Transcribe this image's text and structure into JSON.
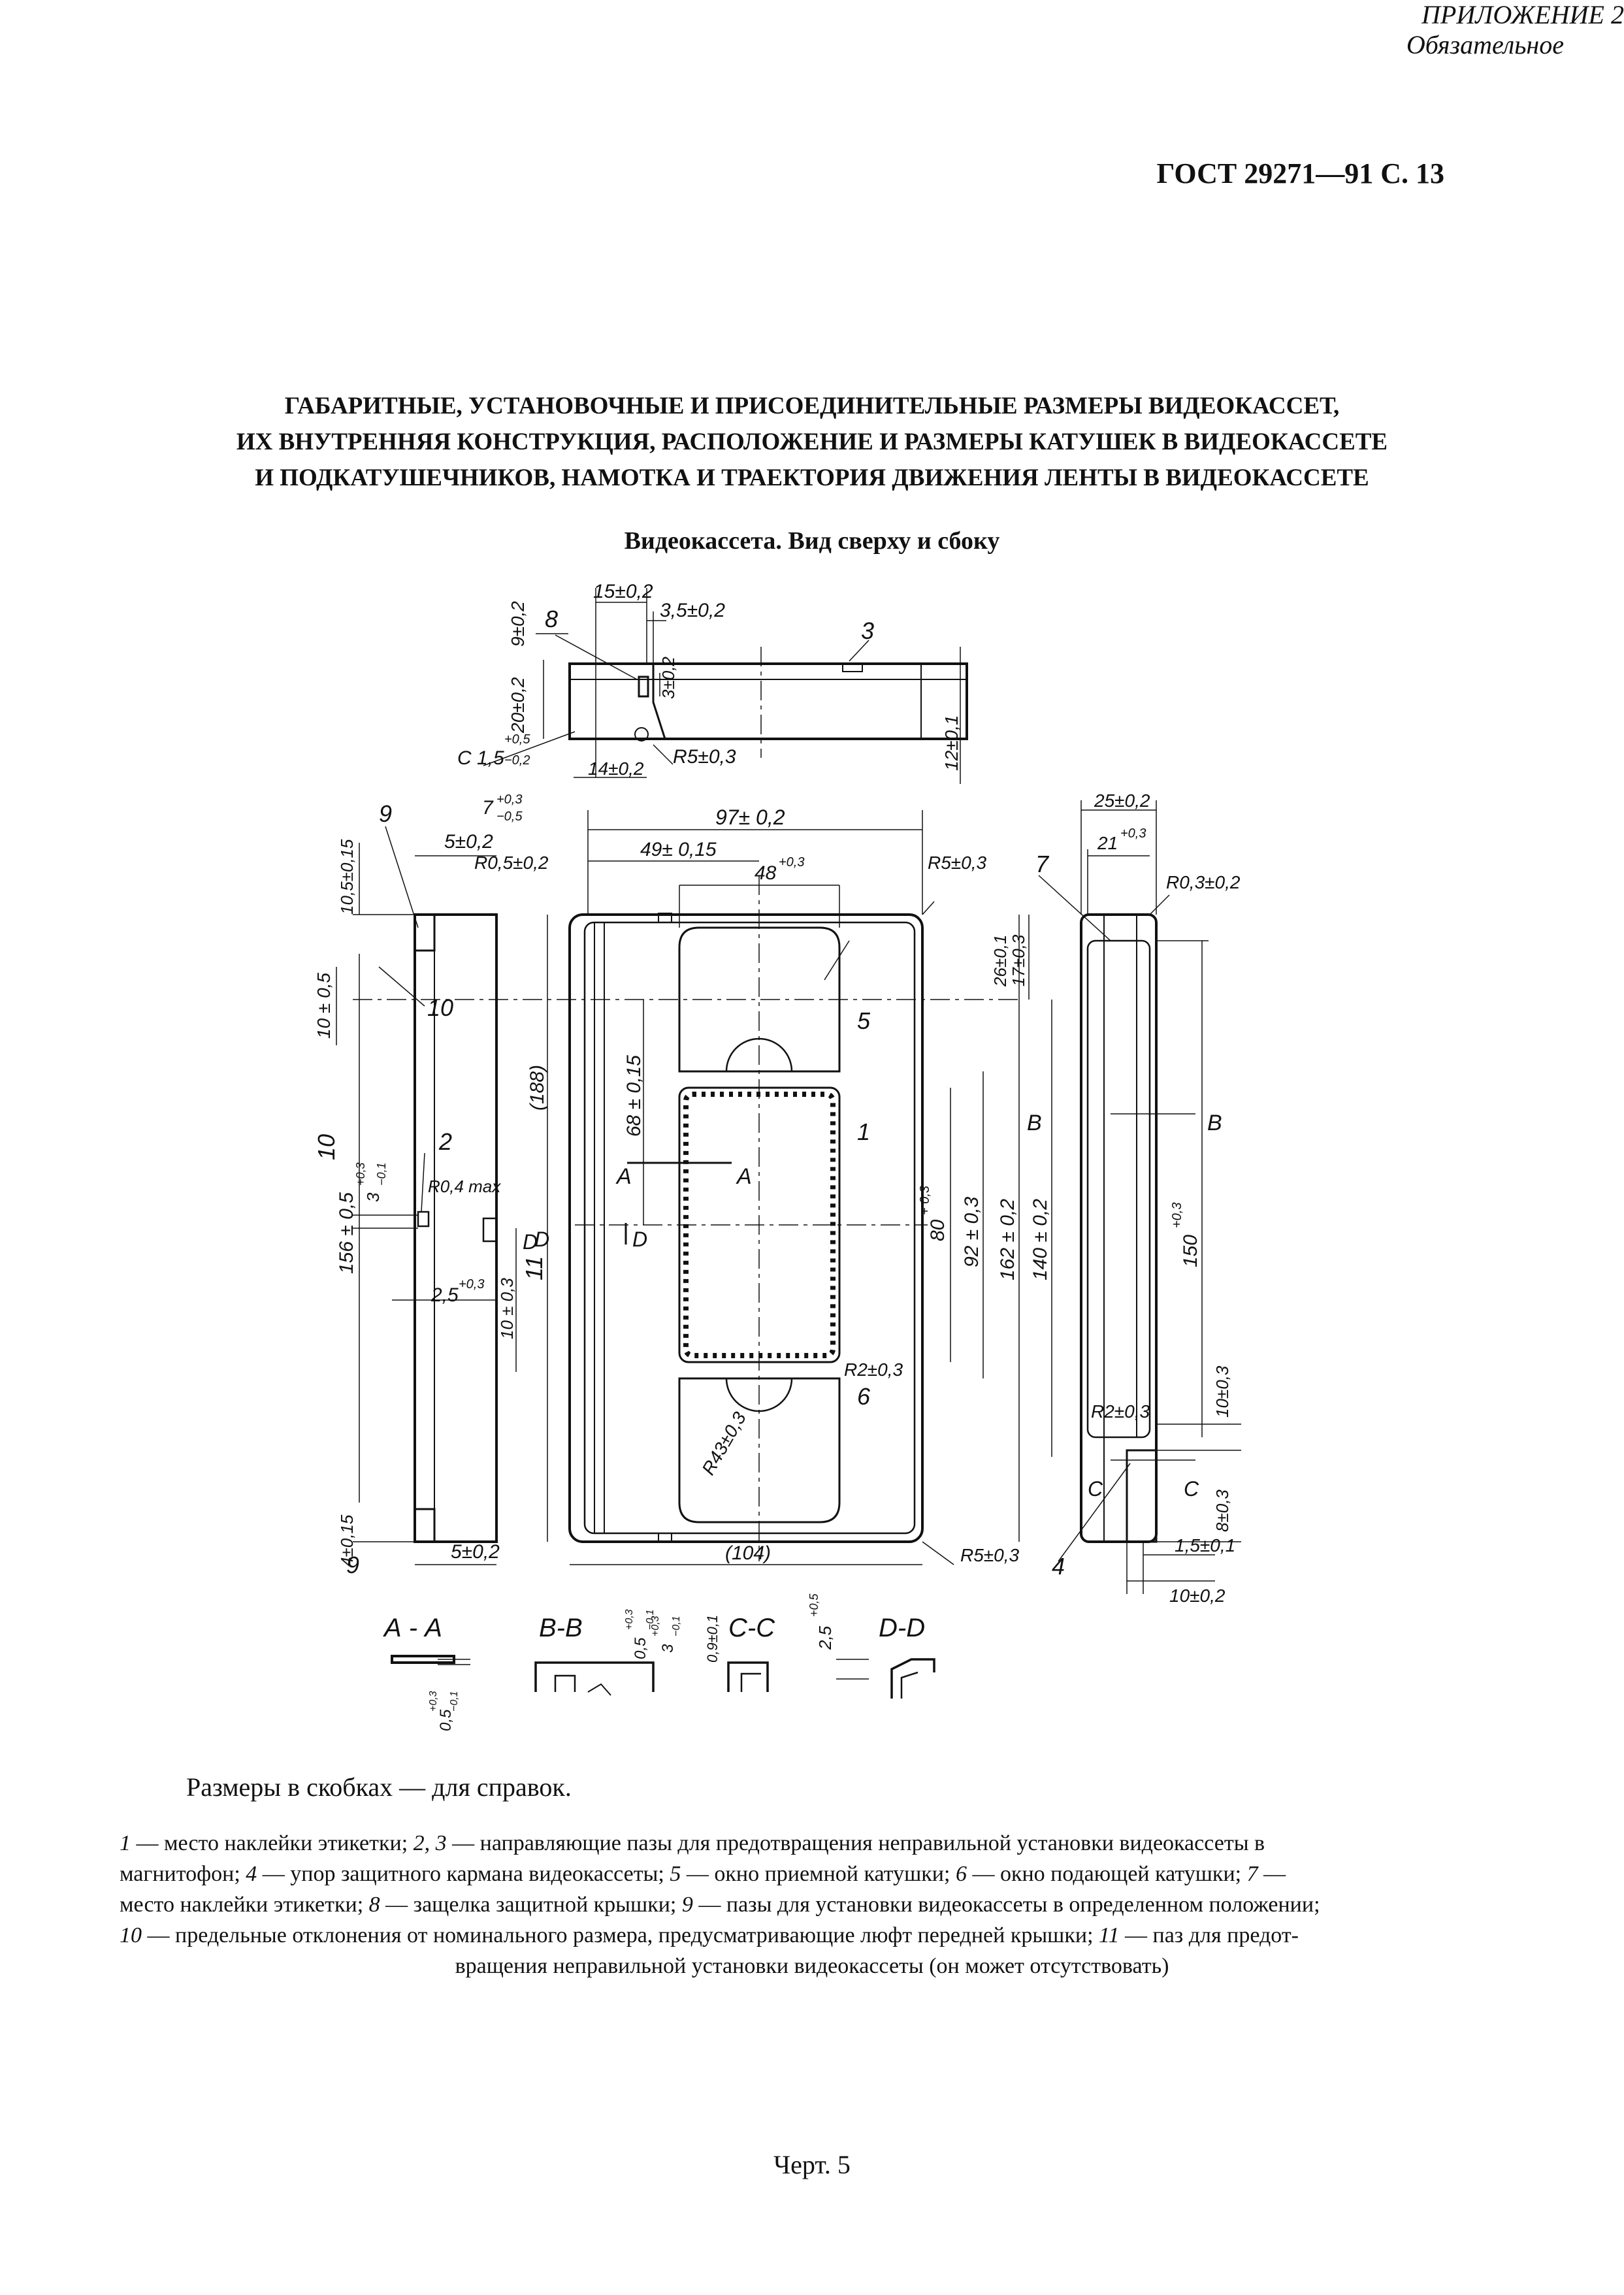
{
  "header": {
    "standard_code": "ГОСТ 29271—91 С. 13",
    "appendix_label": "ПРИЛОЖЕНИЕ 2",
    "appendix_status": "Обязательное"
  },
  "title": {
    "lines": [
      "ГАБАРИТНЫЕ, УСТАНОВОЧНЫЕ И ПРИСОЕДИНИТЕЛЬНЫЕ РАЗМЕРЫ ВИДЕОКАССЕТ,",
      "ИХ ВНУТРЕННЯЯ КОНСТРУКЦИЯ, РАСПОЛОЖЕНИЕ И РАЗМЕРЫ КАТУШЕК В ВИДЕОКАССЕТЕ",
      "И ПОДКАТУШЕЧНИКОВ, НАМОТКА И ТРАЕКТОРИЯ ДВИЖЕНИЯ ЛЕНТЫ В ВИДЕОКАССЕТЕ"
    ],
    "subtitle": "Видеокассета. Вид сверху и сбоку"
  },
  "drawing": {
    "dimensions": {
      "top_15": "15±0,2",
      "top_3_5": "3,5±0,2",
      "top_9": "9±0,2",
      "top_20": "20±0,2",
      "top_3": "3±0,2",
      "top_12": "12±0,1",
      "top_c": "С 1,5",
      "top_c_tol_upper": "+0,5",
      "top_c_tol_lower": "−0,2",
      "top_r5": "R5±0,3",
      "top_14": "14±0,2",
      "front_7": "7",
      "front_7_tol_upper": "+0,3",
      "front_7_tol_lower": "−0,5",
      "front_97": "97± 0,2",
      "front_49": "49± 0,15",
      "front_48": "48",
      "front_48_tol": "+0,3",
      "front_r05": "R0,5±0,2",
      "front_r5_top": "R5±0,3",
      "front_r5_bottom": "R5±0,3",
      "front_188": "(188)",
      "front_68": "68 ± 0,15",
      "front_26": "26±0,1",
      "front_17": "17±0,3",
      "front_80": "80",
      "front_80_tol": "+ 0,3",
      "front_92": "92 ± 0,3",
      "front_162": "162 ± 0,2",
      "front_140": "140 ± 0,2",
      "front_r2": "R2±0,3",
      "front_r43": "R43±0,3",
      "front_104": "(104)",
      "left_10_5": "10,5±0,15",
      "left_5_top": "5±0,2",
      "left_10": "10 ± 0,5",
      "left_156": "156 ± 0,5",
      "left_3": "3",
      "left_3_tol_upper": "+0,3",
      "left_3_tol_lower": "−0,1",
      "left_r04": "R0,4 max",
      "left_2_5": "2,5",
      "left_2_5_tol": "+0,3",
      "left_10_0_3": "10 ± 0,3",
      "left_4": "4±0,15",
      "left_5_bottom": "5±0,2",
      "right_25": "25±0,2",
      "right_21": "21",
      "right_21_tol": "+0,3",
      "right_r03": "R0,3±0,2",
      "right_150": "150",
      "right_150_tol": "+0,3",
      "right_r2": "R2±0,3",
      "right_10": "10±0,3",
      "right_8": "8±0,3",
      "right_1_5": "1,5±0,1",
      "right_10_2": "10±0,2",
      "sec_a_0_5": "0,5",
      "sec_a_0_5_tol_upper": "+0,3",
      "sec_a_0_5_tol_lower": "−0,1",
      "sec_b_0_5": "0,5",
      "sec_b_0_5_tol_upper": "+0,3",
      "sec_b_0_5_tol_lower": "−0,1",
      "sec_b_3": "3",
      "sec_b_3_tol_upper": "+0,3",
      "sec_b_3_tol_lower": "−0,1",
      "sec_c_0_9": "0,9±0,1",
      "sec_d_2_5": "2,5",
      "sec_d_2_5_tol": "+0,5"
    },
    "callouts": {
      "n1": "1",
      "n2": "2",
      "n3": "3",
      "n4": "4",
      "n5": "5",
      "n6": "6",
      "n7": "7",
      "n8": "8",
      "n9_top": "9",
      "n9_bottom": "9",
      "n10_top": "10",
      "n10_side": "10",
      "n11": "11"
    },
    "section_marks": {
      "a_left": "А",
      "a_right": "А",
      "d_left": "D",
      "d_right": "D",
      "d_mid": "D",
      "b_left": "В",
      "b_right": "В",
      "c_left": "С",
      "c_right": "С"
    },
    "section_views": {
      "aa": "А - А",
      "bb": "В-В",
      "cc": "С-С",
      "dd": "D-D"
    }
  },
  "notes": {
    "reference": "Размеры в скобках — для справок."
  },
  "legend": {
    "lines": [
      [
        {
          "n": "1",
          "t": " — место наклейки этикетки; "
        },
        {
          "n": "2, 3",
          "t": " — направляющие пазы для предотвращения неправильной установки видеокассеты в"
        }
      ],
      [
        {
          "n": "",
          "t": "магнитофон; "
        },
        {
          "n": "4",
          "t": " — упор защитного кармана видеокассеты; "
        },
        {
          "n": "5",
          "t": " — окно приемной катушки; "
        },
        {
          "n": "6",
          "t": " — окно подающей катушки; "
        },
        {
          "n": "7",
          "t": " —"
        }
      ],
      [
        {
          "n": "",
          "t": "место наклейки этикетки; "
        },
        {
          "n": "8",
          "t": " — защелка защитной крышки; "
        },
        {
          "n": "9",
          "t": " — пазы для установки видеокассеты в определенном положении;"
        }
      ],
      [
        {
          "n": "10",
          "t": " — предельные отклонения от номинального размера, предусматривающие люфт передней крышки; "
        },
        {
          "n": "11",
          "t": " — паз для предот-"
        }
      ],
      [
        {
          "n": "",
          "t": "вращения неправильной установки видеокассеты (он может отсутствовать)"
        }
      ]
    ]
  },
  "caption": "Черт. 5"
}
